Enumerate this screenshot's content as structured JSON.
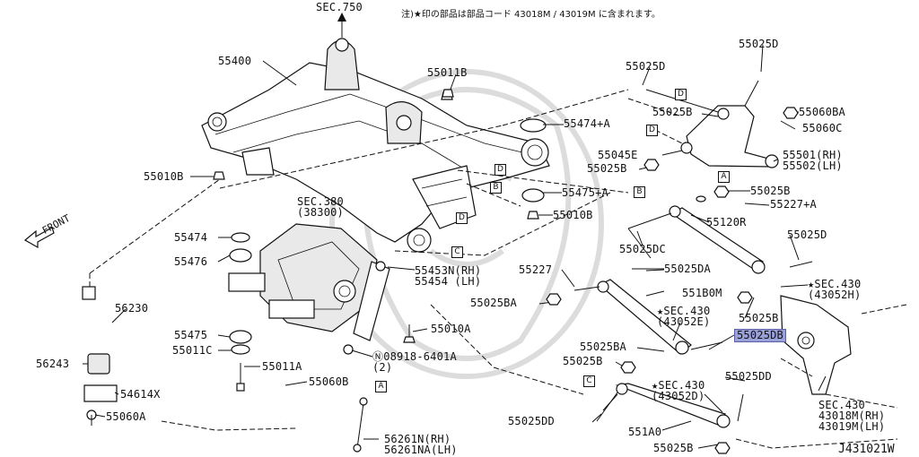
{
  "note": "注)★印の部品は部品コード 43018M / 43019M に含まれます。",
  "diagram_code": "J431021W",
  "front_label": "FRONT",
  "selected_part": "55025DB",
  "ref_letters": [
    "D",
    "D",
    "B",
    "D",
    "C",
    "A",
    "B",
    "D",
    "A",
    "C"
  ],
  "labels": [
    {
      "id": "sec750",
      "lines": [
        "SEC.750"
      ]
    },
    {
      "id": "p55400",
      "lines": [
        "55400"
      ]
    },
    {
      "id": "p55011b",
      "lines": [
        "55011B"
      ]
    },
    {
      "id": "p55474a",
      "lines": [
        "55474+A"
      ]
    },
    {
      "id": "p55025d_top",
      "lines": [
        "55025D"
      ]
    },
    {
      "id": "p55025d_l",
      "lines": [
        "55025D"
      ]
    },
    {
      "id": "p55060ba",
      "lines": [
        "55060BA"
      ]
    },
    {
      "id": "p55025b_1",
      "lines": [
        "55025B"
      ]
    },
    {
      "id": "p55060c",
      "lines": [
        "55060C"
      ]
    },
    {
      "id": "p55045e",
      "lines": [
        "55045E"
      ]
    },
    {
      "id": "p55025b_2",
      "lines": [
        "55025B"
      ]
    },
    {
      "id": "p55501",
      "lines": [
        "55501(RH)",
        "55502(LH)"
      ]
    },
    {
      "id": "p55010b_l",
      "lines": [
        "55010B"
      ]
    },
    {
      "id": "p55475a",
      "lines": [
        "55475+A"
      ]
    },
    {
      "id": "p55025b_3",
      "lines": [
        "55025B"
      ]
    },
    {
      "id": "sec380",
      "lines": [
        "SEC.380",
        "(38300)"
      ]
    },
    {
      "id": "p55227a",
      "lines": [
        "55227+A"
      ]
    },
    {
      "id": "p55010b_r",
      "lines": [
        "55010B"
      ]
    },
    {
      "id": "p55120r",
      "lines": [
        "55120R"
      ]
    },
    {
      "id": "p55474",
      "lines": [
        "55474"
      ]
    },
    {
      "id": "p55025dc",
      "lines": [
        "55025DC"
      ]
    },
    {
      "id": "p55025d_r",
      "lines": [
        "55025D"
      ]
    },
    {
      "id": "p55476",
      "lines": [
        "55476"
      ]
    },
    {
      "id": "p55453n",
      "lines": [
        "55453N(RH)",
        "55454 (LH)"
      ]
    },
    {
      "id": "p55227",
      "lines": [
        "55227"
      ]
    },
    {
      "id": "p55025da",
      "lines": [
        "55025DA"
      ]
    },
    {
      "id": "sec430_h",
      "lines": [
        "★SEC.430",
        "(43052H)"
      ]
    },
    {
      "id": "p56230",
      "lines": [
        "56230"
      ]
    },
    {
      "id": "p55025ba_1",
      "lines": [
        "55025BA"
      ]
    },
    {
      "id": "p551b0m",
      "lines": [
        "551B0M"
      ]
    },
    {
      "id": "sec430_e",
      "lines": [
        "★SEC.430",
        "(43052E)"
      ]
    },
    {
      "id": "p55025b_4",
      "lines": [
        "55025B"
      ]
    },
    {
      "id": "p55475",
      "lines": [
        "55475"
      ]
    },
    {
      "id": "p55010a",
      "lines": [
        "55010A"
      ]
    },
    {
      "id": "p55025db",
      "lines": [
        "55025DB"
      ]
    },
    {
      "id": "p55011c",
      "lines": [
        "55011C"
      ]
    },
    {
      "id": "p08918",
      "lines": [
        "Ⓝ08918-6401A",
        "(2)"
      ]
    },
    {
      "id": "p55025ba_2",
      "lines": [
        "55025BA"
      ]
    },
    {
      "id": "p56243",
      "lines": [
        "56243"
      ]
    },
    {
      "id": "p55011a",
      "lines": [
        "55011A"
      ]
    },
    {
      "id": "p55025b_5",
      "lines": [
        "55025B"
      ]
    },
    {
      "id": "p55025dd_r",
      "lines": [
        "55025DD"
      ]
    },
    {
      "id": "p55060b",
      "lines": [
        "55060B"
      ]
    },
    {
      "id": "sec430_d",
      "lines": [
        "★SEC.430",
        "(43052D)"
      ]
    },
    {
      "id": "p54614x",
      "lines": [
        "54614X"
      ]
    },
    {
      "id": "sec430_main",
      "lines": [
        "SEC.430",
        "43018M(RH)",
        "43019M(LH)"
      ]
    },
    {
      "id": "p55060a",
      "lines": [
        "55060A"
      ]
    },
    {
      "id": "p55025dd_l",
      "lines": [
        "55025DD"
      ]
    },
    {
      "id": "p551a0",
      "lines": [
        "551A0"
      ]
    },
    {
      "id": "p56261n",
      "lines": [
        "56261N(RH)",
        "56261NA(LH)"
      ]
    },
    {
      "id": "p55025b_6",
      "lines": [
        "55025B"
      ]
    }
  ]
}
